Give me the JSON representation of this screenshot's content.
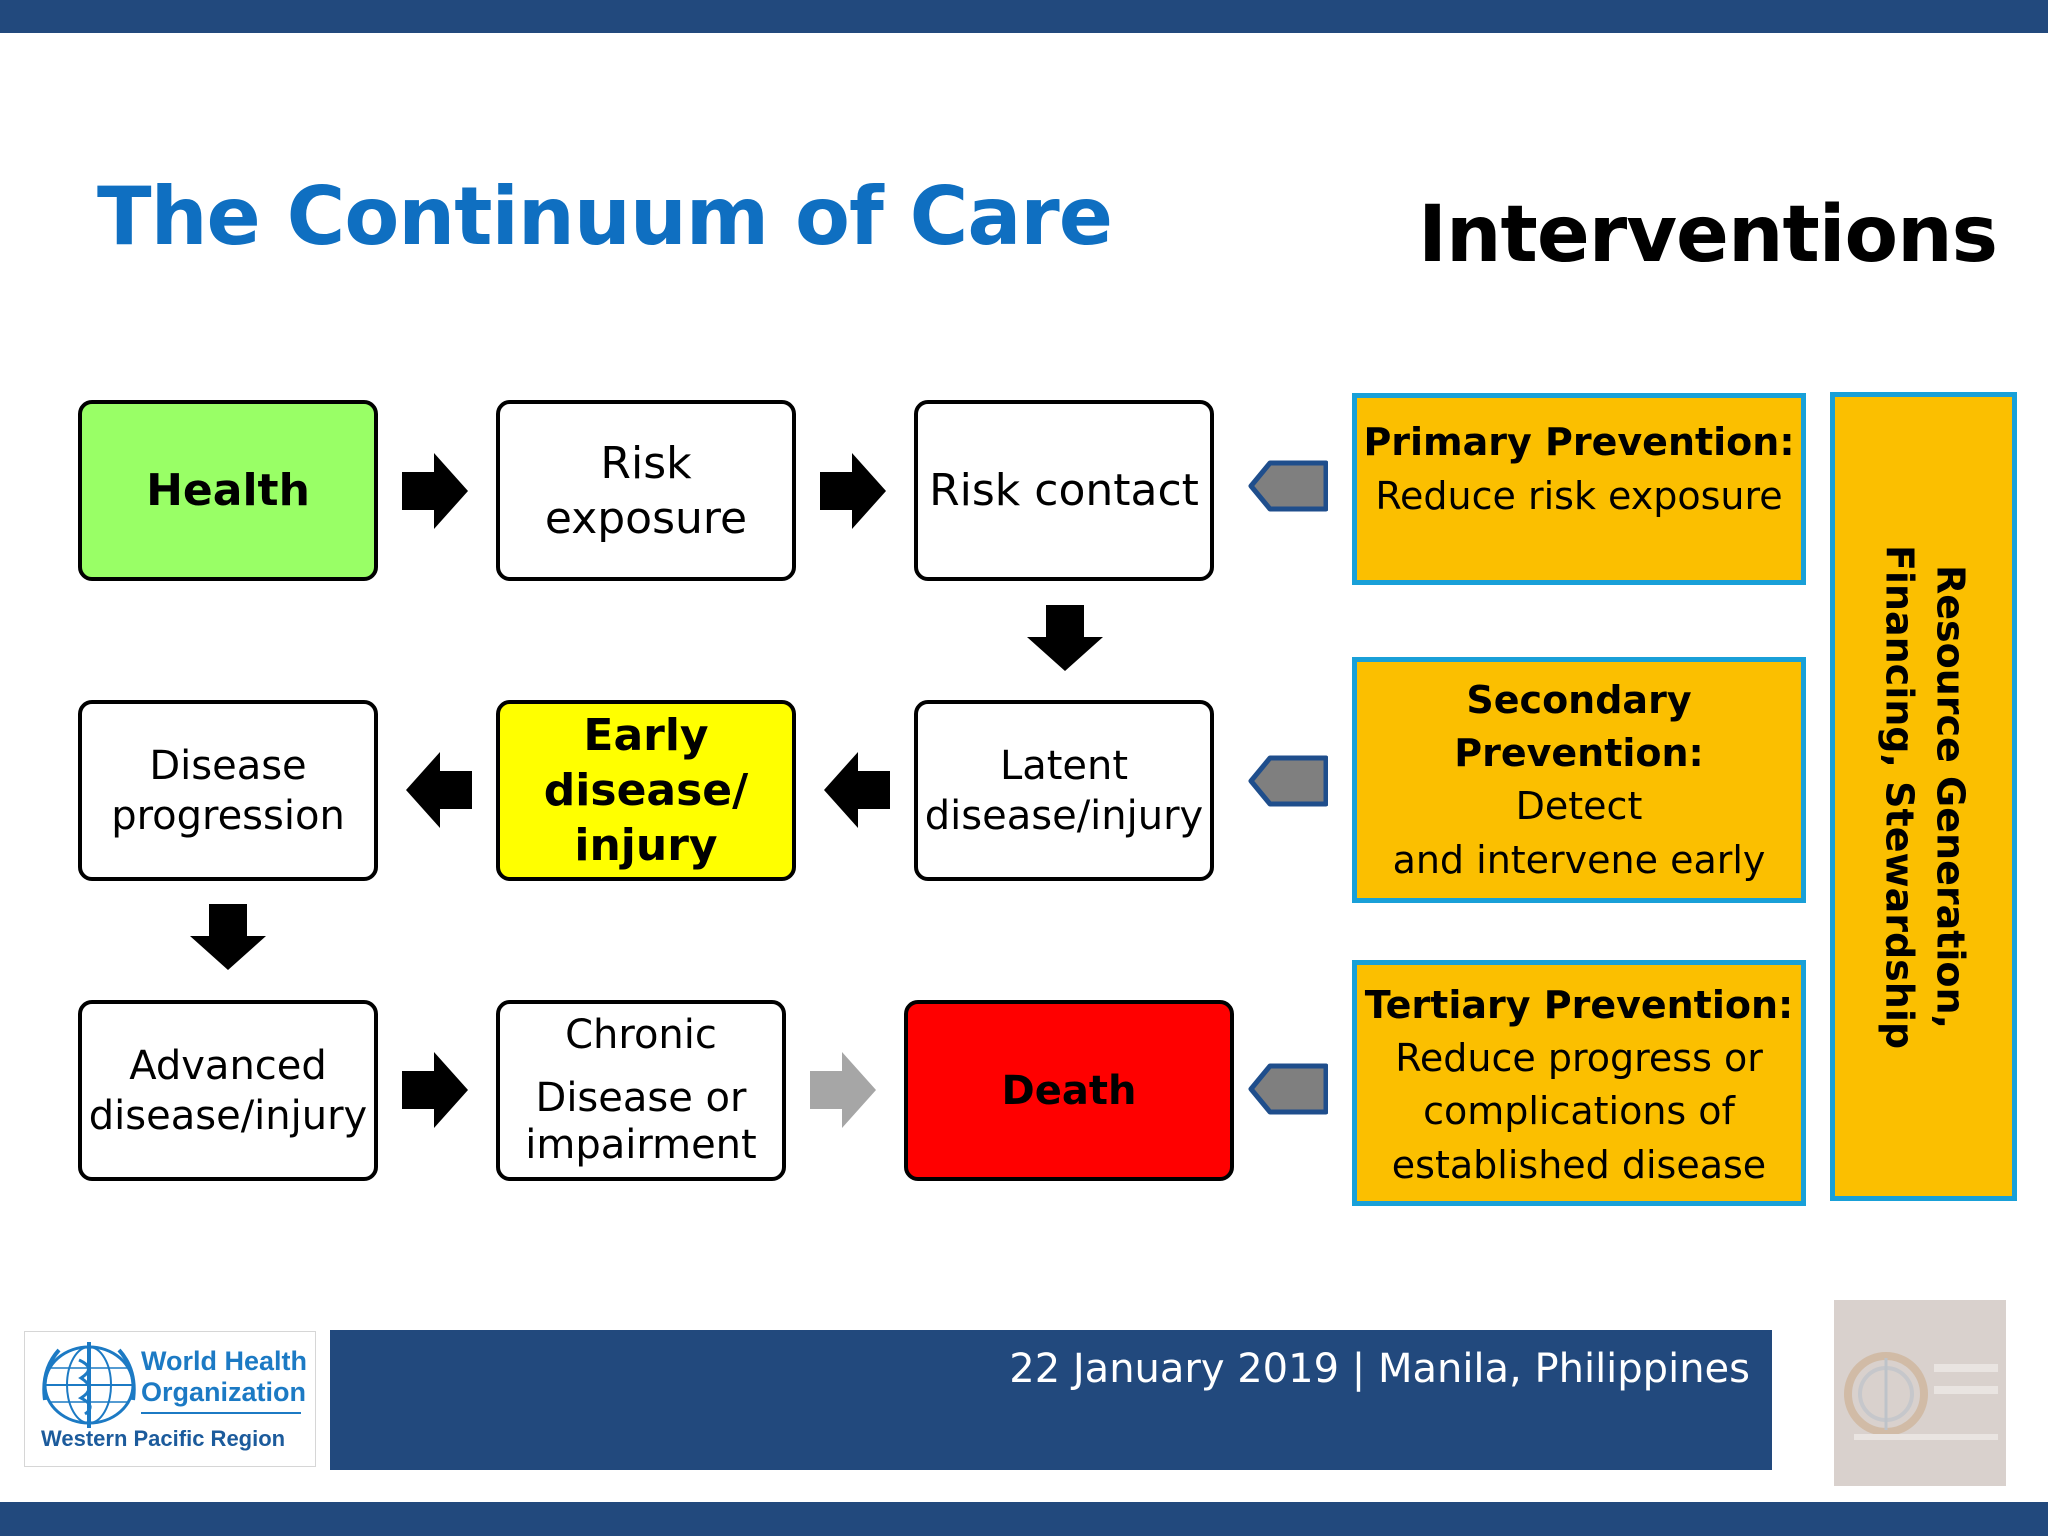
{
  "title": "The Continuum of Care",
  "interventions_heading": "Interventions",
  "flow": {
    "health": "Health",
    "risk_exposure": [
      "Risk",
      "exposure"
    ],
    "risk_contact": "Risk contact",
    "latent": [
      "Latent",
      "disease/injury"
    ],
    "early": [
      "Early",
      "disease/",
      "injury"
    ],
    "progression": [
      "Disease",
      "progression"
    ],
    "advanced": [
      "Advanced",
      "disease/injury"
    ],
    "chronic": [
      "Chronic",
      "Disease or",
      "impairment"
    ],
    "death": "Death"
  },
  "prevention": {
    "primary": {
      "heading": "Primary Prevention:",
      "lines": [
        "Reduce risk exposure"
      ]
    },
    "secondary": {
      "heading": [
        "Secondary",
        "Prevention:"
      ],
      "lines": [
        "Detect",
        "and intervene early"
      ]
    },
    "tertiary": {
      "heading": "Tertiary Prevention:",
      "lines": [
        "Reduce progress or",
        "complications of",
        "established disease"
      ]
    }
  },
  "resource": [
    "Resource Generation,",
    "Financing, Stewardship"
  ],
  "logo": {
    "line1": "World Health",
    "line2": "Organization",
    "region": "Western Pacific Region"
  },
  "footer": "22 January 2019 | Manila, Philippines",
  "colors": {
    "band": "#22497d",
    "title": "#0f6fc1",
    "health": "#99ff66",
    "early": "#ffff00",
    "death": "#ff0000",
    "prevention_fill": "#fbbf00",
    "prevention_border": "#19a0d8",
    "connector_gray": "#7f7f7f"
  }
}
